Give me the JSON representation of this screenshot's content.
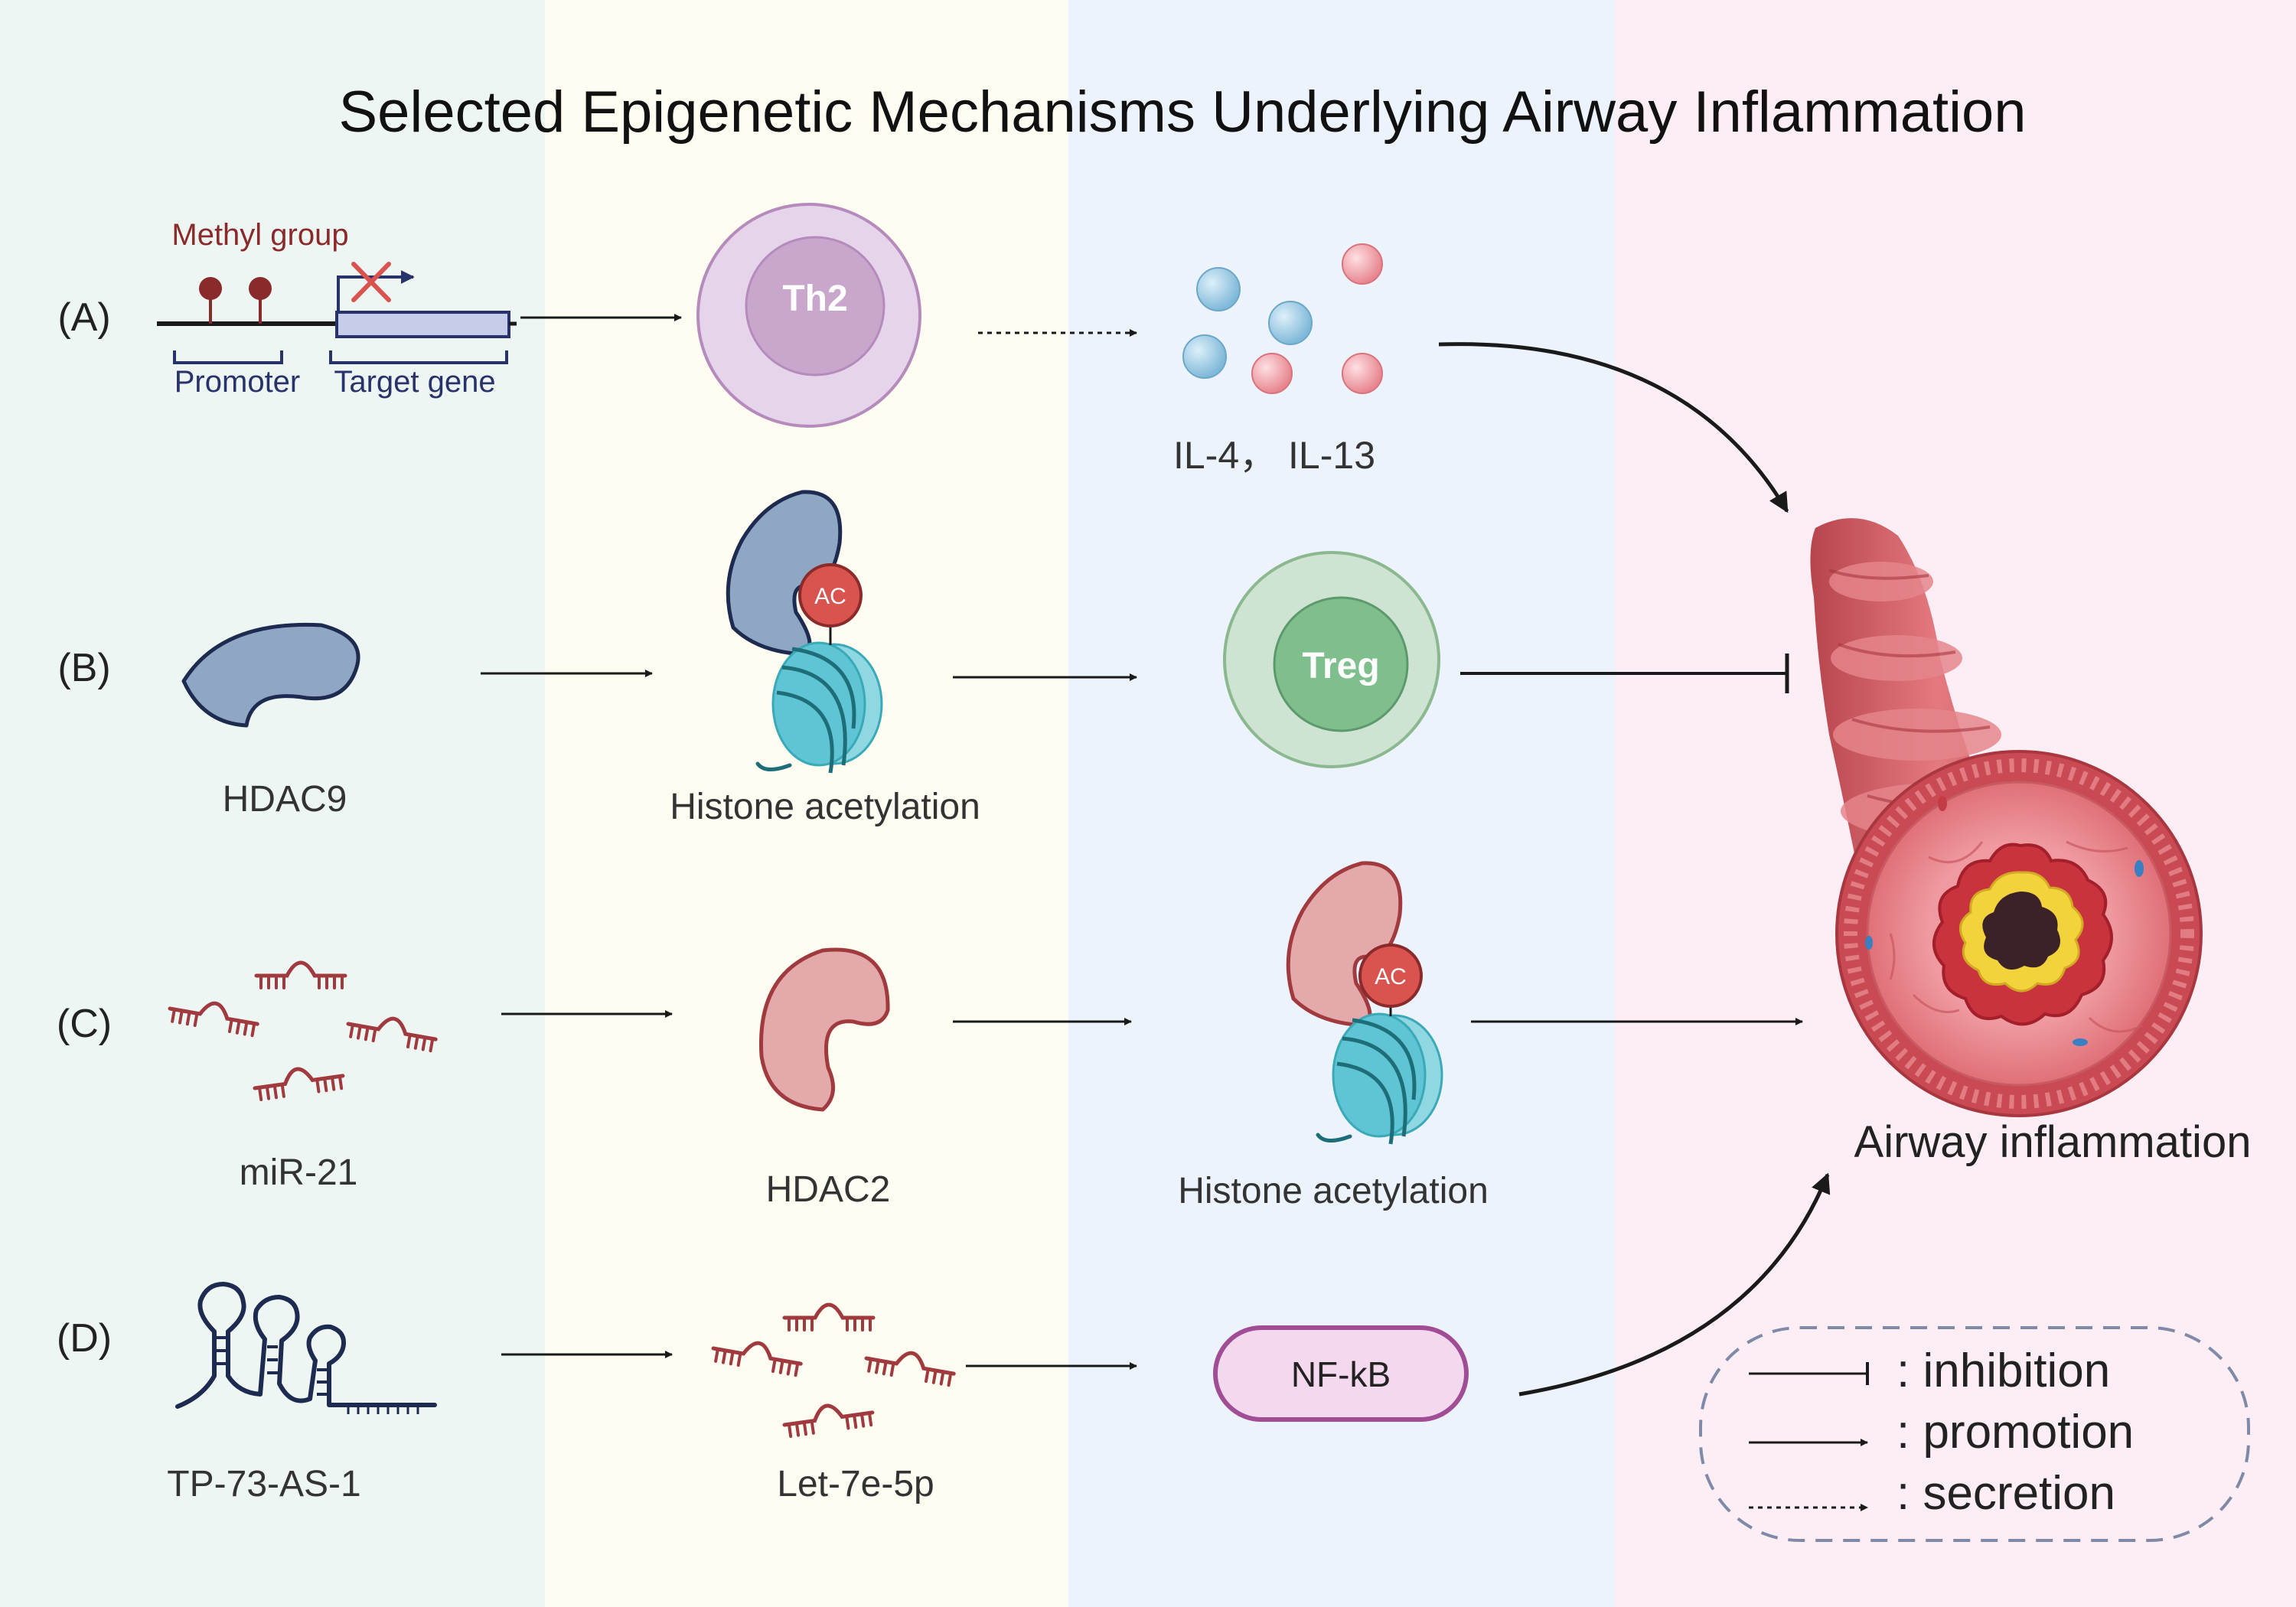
{
  "title": "Selected Epigenetic Mechanisms Underlying Airway Inflammation",
  "rows": {
    "a": {
      "label": "(A)",
      "methyl_label": "Methyl group",
      "promoter_label": "Promoter",
      "target_gene_label": "Target gene",
      "cell_label": "Th2",
      "cytokines_label": "IL-4， IL-13"
    },
    "b": {
      "label": "(B)",
      "enzyme_label": "HDAC9",
      "acetylation_label": "Histone acetylation",
      "ac_label": "AC",
      "cell_label": "Treg"
    },
    "c": {
      "label": "(C)",
      "mirna_label": "miR-21",
      "enzyme_label": "HDAC2",
      "acetylation_label": "Histone acetylation",
      "ac_label": "AC"
    },
    "d": {
      "label": "(D)",
      "lncrna_label": "TP-73-AS-1",
      "mirna_label": "Let-7e-5p",
      "factor_label": "NF-kB"
    }
  },
  "outcome_label": "Airway inflammation",
  "legend": {
    "inhibition": ": inhibition",
    "promotion": ": promotion",
    "secretion": ": secretion"
  },
  "colors": {
    "panel_green": "#eef6f3",
    "panel_yellow": "#fffdf1",
    "panel_blue": "#edf3fc",
    "panel_pink": "#fdedf4",
    "methyl_red": "#8a2a2a",
    "gene_box": "#c7cde8",
    "bracket_blue": "#29336b",
    "th2_outer": "#e6d5ea",
    "th2_inner": "#c9a6cb",
    "treg_outer": "#cfe3d3",
    "treg_inner": "#7fbf8e",
    "hdac9_fill": "#8fa7c4",
    "hdac2_fill": "#e4a9ab",
    "mirna_red": "#a13a3e",
    "histone_teal": "#5fc4d3",
    "ac_red": "#d9534f",
    "nfkb_fill": "#f4d8ee",
    "nfkb_stroke": "#a04d96",
    "blue_bead": "#8ec5e0",
    "pink_bead": "#f1a2a9",
    "airway_red": "#d85a62",
    "lumen_yellow": "#f2d33c"
  }
}
